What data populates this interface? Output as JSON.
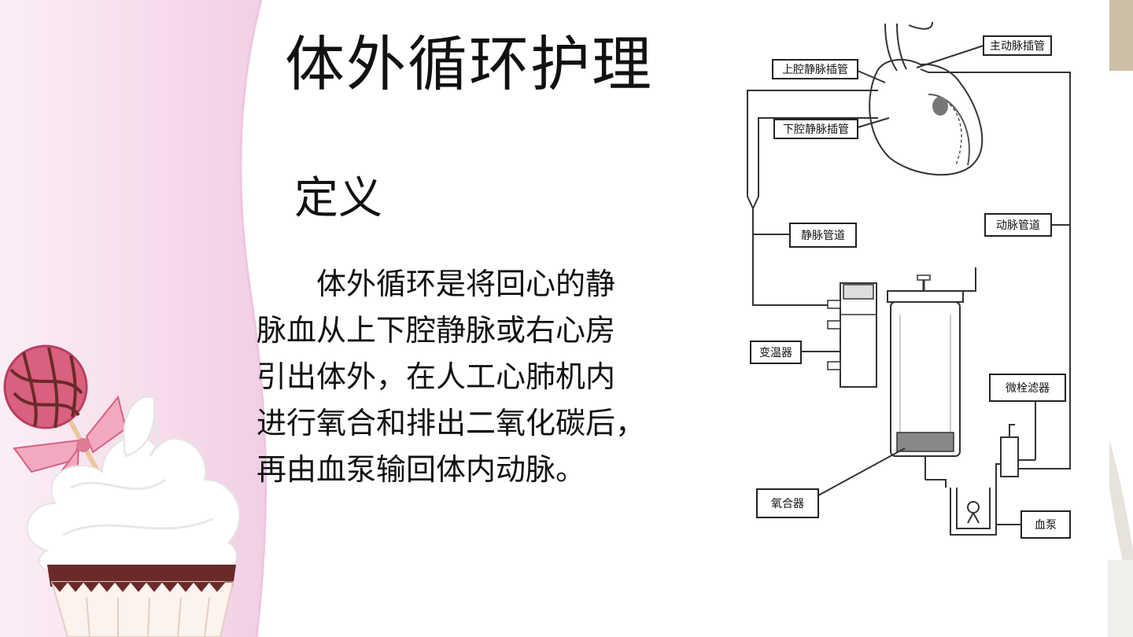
{
  "slide": {
    "title": "体外循环护理",
    "subtitle": "定义",
    "body_lines": [
      "　　体外循环是将回心的静",
      "脉血从上下腔静脉或右心房",
      "引出体外，在人工心肺机内",
      "进行氧合和排出二氧化碳后，",
      "再由血泵输回体内动脉。"
    ]
  },
  "diagram": {
    "labels": {
      "aorta_cannula": "主动脉插管",
      "svc_cannula": "上腔静脉插管",
      "ivc_cannula": "下腔静脉插管",
      "venous_line": "静脉管道",
      "arterial_line": "动脉管道",
      "heat_exchanger": "变温器",
      "micro_filter": "微栓滤器",
      "oxygenator": "氧合器",
      "blood_pump": "血泵"
    }
  },
  "colors": {
    "pink_band": "#f6dfee",
    "cupcake_cream": "#ffffff",
    "cupcake_cake": "#6b2a2a",
    "lollipop": "#d9607e"
  }
}
